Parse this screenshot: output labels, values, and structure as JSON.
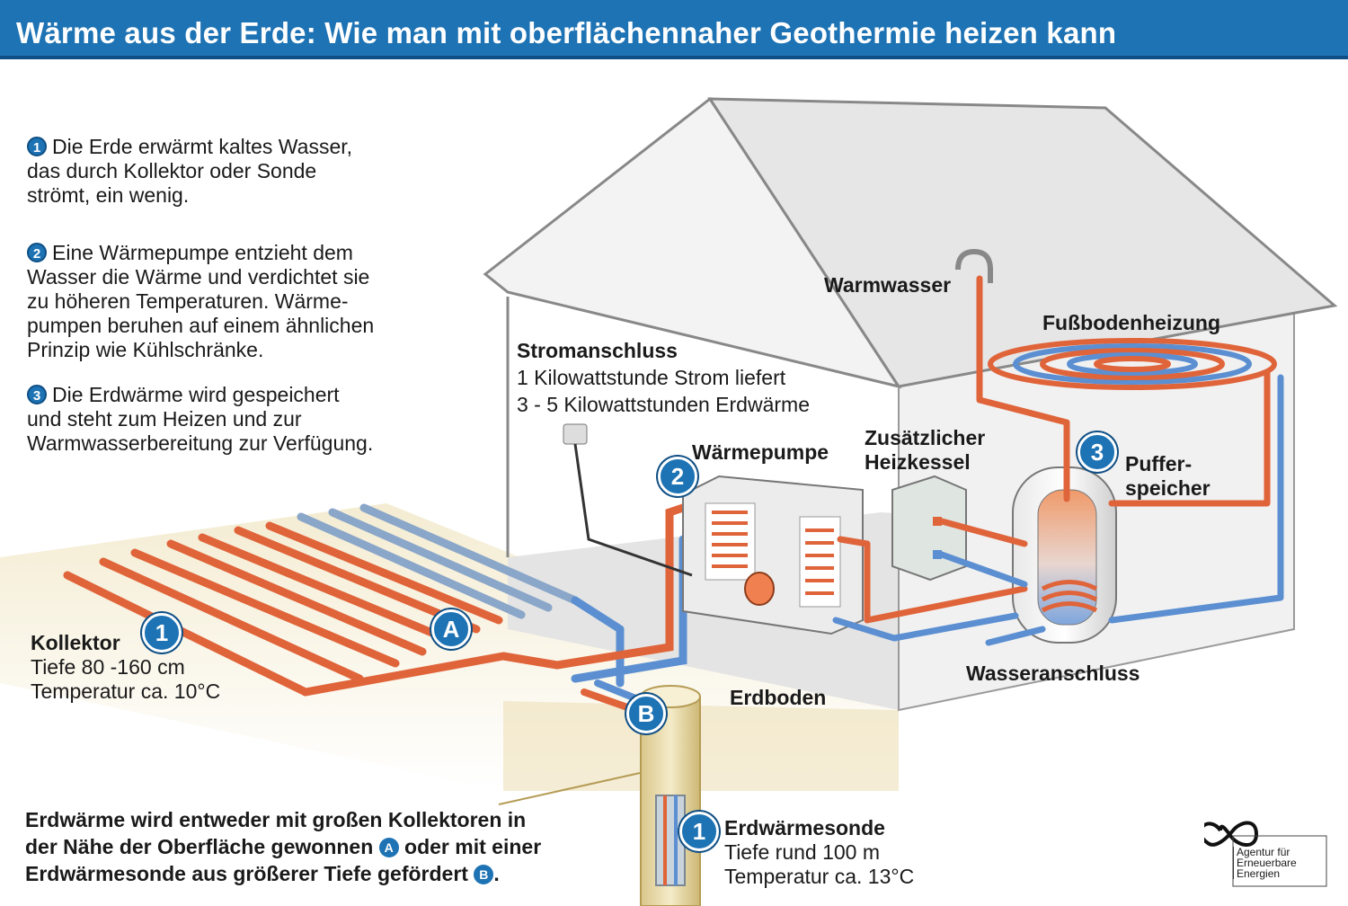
{
  "title": "Wärme aus der Erde: Wie man mit oberflächennaher Geothermie heizen kann",
  "colors": {
    "header": "#1e73b4",
    "hot": "#e0643a",
    "cold": "#5b8fd1",
    "soil": "#f1e8cc"
  },
  "steps": [
    {
      "num": "1",
      "lines": [
        "Die Erde erwärmt kaltes Wasser,",
        "das durch Kollektor oder Sonde",
        "strömt, ein wenig."
      ]
    },
    {
      "num": "2",
      "lines": [
        "Eine Wärmepumpe entzieht dem",
        "Wasser die Wärme und verdichtet sie",
        "zu höheren Temperaturen. Wärme-",
        "pumpen beruhen auf einem ähnlichen",
        "Prinzip wie Kühlschränke."
      ]
    },
    {
      "num": "3",
      "lines": [
        "Die Erdwärme wird gespeichert",
        "und steht zum Heizen und zur",
        "Warmwasserbereitung zur Verfügung."
      ]
    }
  ],
  "labels": {
    "warmwasser": "Warmwasser",
    "fussboden": "Fußbodenheizung",
    "strom_title": "Stromanschluss",
    "strom_l1": "1 Kilowattstunde Strom liefert",
    "strom_l2": "3 - 5 Kilowattstunden Erdwärme",
    "waermepumpe": "Wärmepumpe",
    "heizkessel_l1": "Zusätzlicher",
    "heizkessel_l2": "Heizkessel",
    "puffer_l1": "Puffer-",
    "puffer_l2": "speicher",
    "wasseranschluss": "Wasseranschluss",
    "erdboden": "Erdboden",
    "kollektor_title": "Kollektor",
    "kollektor_l1": "Tiefe 80 -160 cm",
    "kollektor_l2": "Temperatur ca. 10°C",
    "sonde_title": "Erdwärmesonde",
    "sonde_l1": "Tiefe rund 100 m",
    "sonde_l2": "Temperatur ca. 13°C"
  },
  "badges": {
    "one": "1",
    "two": "2",
    "three": "3",
    "a": "A",
    "b": "B"
  },
  "footer": {
    "l1": "Erdwärme wird entweder mit großen Kollektoren in",
    "l2a": "der Nähe der Oberfläche gewonnen",
    "l2b": "oder mit einer",
    "l3a": "Erdwärmesonde aus größerer Tiefe gefördert",
    "l3b": "."
  },
  "logo": {
    "l1": "Agentur für",
    "l2": "Erneuerbare",
    "l3": "Energien"
  }
}
